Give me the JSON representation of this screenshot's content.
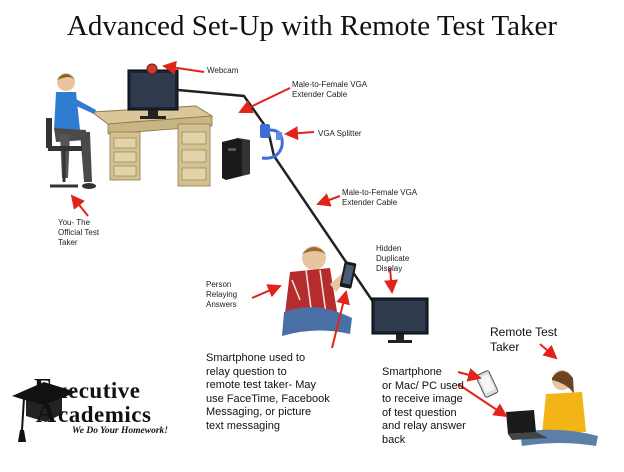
{
  "title": "Advanced Set-Up with Remote Test Taker",
  "labels": {
    "webcam": "Webcam",
    "vga_cable_1": [
      "Male-to-Female VGA",
      "Extender Cable"
    ],
    "vga_splitter": "VGA Splitter",
    "vga_cable_2": [
      "Male-to-Female VGA",
      "Extender Cable"
    ],
    "official_taker": [
      "You- The",
      "Official Test",
      "Taker"
    ],
    "hidden_display": [
      "Hidden",
      "Duplicate",
      "Display"
    ],
    "person_relaying": [
      "Person",
      "Relaying",
      "Answers"
    ],
    "smartphone_relay": [
      "Smartphone used to",
      "relay question to",
      "remote test taker- May",
      "use FaceTime, Facebook",
      "Messaging, or picture",
      "text messaging"
    ],
    "smartphone_receive": [
      "Smartphone",
      "or Mac/ PC used",
      "to receive image",
      "of test question",
      "and relay answer",
      "back"
    ],
    "remote_taker": [
      "Remote Test",
      "Taker"
    ]
  },
  "logo": {
    "line1": "xecutive",
    "line2": "cademics",
    "initial1": "E",
    "initial2": "A",
    "tagline": "We Do Your Homework!"
  },
  "colors": {
    "arrow": "#e2231a",
    "cable": "#222222",
    "splitter": "#3a6fd8"
  }
}
